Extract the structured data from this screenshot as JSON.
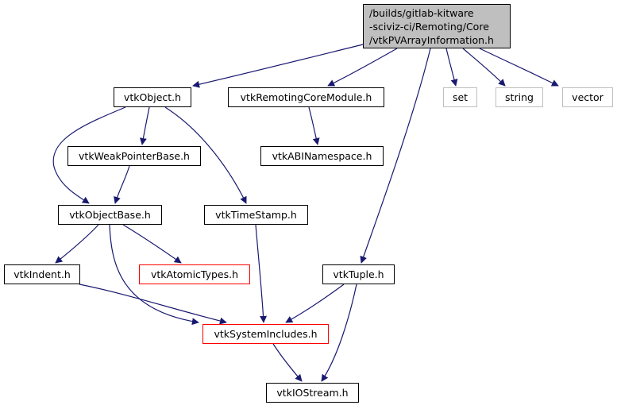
{
  "diagram": {
    "type": "include-dependency-graph",
    "root": {
      "id": "root",
      "lines": [
        "/builds/gitlab-kitware",
        "-sciviz-ci/Remoting/Core",
        "/vtkPVArrayInformation.h"
      ]
    },
    "nodes": [
      {
        "id": "vtkObject",
        "label": "vtkObject.h",
        "style": "normal"
      },
      {
        "id": "vtkRemotingCoreModule",
        "label": "vtkRemotingCoreModule.h",
        "style": "normal"
      },
      {
        "id": "set",
        "label": "set",
        "style": "missing"
      },
      {
        "id": "string",
        "label": "string",
        "style": "missing"
      },
      {
        "id": "vector",
        "label": "vector",
        "style": "missing"
      },
      {
        "id": "vtkWeakPointerBase",
        "label": "vtkWeakPointerBase.h",
        "style": "normal"
      },
      {
        "id": "vtkABINamespace",
        "label": "vtkABINamespace.h",
        "style": "normal"
      },
      {
        "id": "vtkObjectBase",
        "label": "vtkObjectBase.h",
        "style": "normal"
      },
      {
        "id": "vtkTimeStamp",
        "label": "vtkTimeStamp.h",
        "style": "normal"
      },
      {
        "id": "vtkIndent",
        "label": "vtkIndent.h",
        "style": "normal"
      },
      {
        "id": "vtkAtomicTypes",
        "label": "vtkAtomicTypes.h",
        "style": "truncated"
      },
      {
        "id": "vtkTuple",
        "label": "vtkTuple.h",
        "style": "normal"
      },
      {
        "id": "vtkSystemIncludes",
        "label": "vtkSystemIncludes.h",
        "style": "truncated"
      },
      {
        "id": "vtkIOStream",
        "label": "vtkIOStream.h",
        "style": "normal"
      }
    ],
    "edges": [
      [
        "root",
        "vtkObject"
      ],
      [
        "root",
        "vtkRemotingCoreModule"
      ],
      [
        "root",
        "set"
      ],
      [
        "root",
        "string"
      ],
      [
        "root",
        "vector"
      ],
      [
        "root",
        "vtkTuple"
      ],
      [
        "vtkObject",
        "vtkWeakPointerBase"
      ],
      [
        "vtkObject",
        "vtkObjectBase"
      ],
      [
        "vtkObject",
        "vtkTimeStamp"
      ],
      [
        "vtkRemotingCoreModule",
        "vtkABINamespace"
      ],
      [
        "vtkWeakPointerBase",
        "vtkObjectBase"
      ],
      [
        "vtkObjectBase",
        "vtkIndent"
      ],
      [
        "vtkObjectBase",
        "vtkAtomicTypes"
      ],
      [
        "vtkObjectBase",
        "vtkSystemIncludes"
      ],
      [
        "vtkIndent",
        "vtkSystemIncludes"
      ],
      [
        "vtkTimeStamp",
        "vtkSystemIncludes"
      ],
      [
        "vtkTuple",
        "vtkSystemIncludes"
      ],
      [
        "vtkTuple",
        "vtkIOStream"
      ],
      [
        "vtkSystemIncludes",
        "vtkIOStream"
      ]
    ],
    "colors": {
      "edge": "#191970",
      "root_fill": "#bfbfbf",
      "node_border": "#000000",
      "missing_border": "#bfbfbf",
      "truncated_border": "#ff0000"
    }
  }
}
